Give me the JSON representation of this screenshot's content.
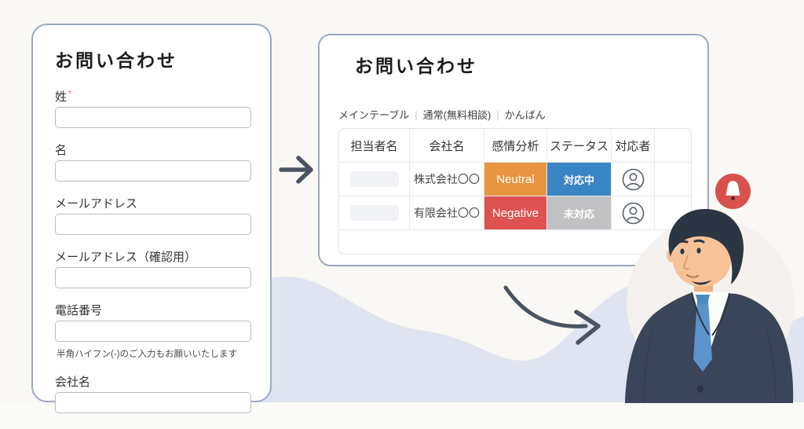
{
  "colors": {
    "background": "#FAF8F4",
    "wave": "#DFE4F0",
    "bottom_strip": "#FAFAF7",
    "panel_border": "#9AA9C2",
    "arrow": "#4A5361",
    "bell_bg": "#D8514D",
    "required_mark": "#E2552F",
    "sentiment_neutral_bg": "#E8953F",
    "sentiment_negative_bg": "#DF5252",
    "status_active_bg": "#3A85C4",
    "status_pending_bg": "#C1C1C3"
  },
  "form": {
    "title": "お問い合わせ",
    "required_mark": "*",
    "fields": [
      {
        "label": "姓",
        "required": true,
        "value": ""
      },
      {
        "label": "名",
        "value": ""
      },
      {
        "label": "メールアドレス",
        "value": ""
      },
      {
        "label": "メールアドレス（確認用）",
        "value": ""
      },
      {
        "label": "電話番号",
        "value": "",
        "note": "半角ハイフン(-)のご入力もお願いいたします"
      },
      {
        "label": "会社名",
        "value": ""
      }
    ]
  },
  "board": {
    "title": "お問い合わせ",
    "tabs": [
      {
        "label": "メインテーブル"
      },
      {
        "label": "通常(無料相談)"
      },
      {
        "label": "かんばん"
      }
    ],
    "tab_separator": "|",
    "table": {
      "columns": [
        "担当者名",
        "会社名",
        "感情分析",
        "ステータス",
        "対応者",
        ""
      ],
      "rows": [
        {
          "person": "",
          "company": "株式会社〇〇",
          "sentiment": "Neutral",
          "sentiment_color": "#E8953F",
          "status": "対応中",
          "status_color": "#3A85C4"
        },
        {
          "person": "",
          "company": "有限会社〇〇",
          "sentiment": "Negative",
          "sentiment_color": "#DF5252",
          "status": "未対応",
          "status_color": "#C1C1C3"
        }
      ]
    }
  },
  "icons": {
    "arrow_right": "arrow-right-icon",
    "curved_arrow": "curved-arrow-icon",
    "bell": "bell-icon",
    "user_avatar": "user-avatar-icon",
    "person_illustration": "businessman-illustration"
  }
}
